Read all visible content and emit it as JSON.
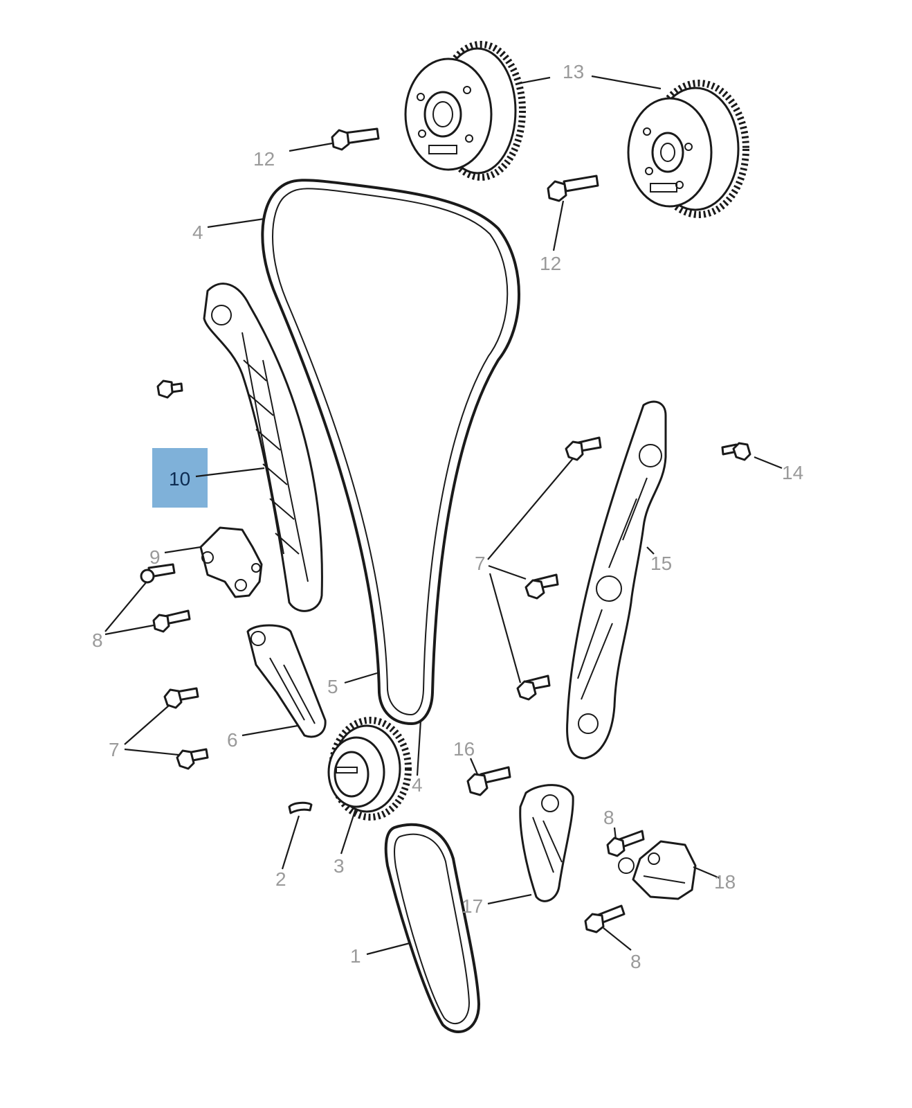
{
  "callouts": {
    "c1": "1",
    "c2": "2",
    "c3": "3",
    "c4a": "4",
    "c4b": "4",
    "c5": "5",
    "c6": "6",
    "c7a": "7",
    "c7b": "7",
    "c8a": "8",
    "c8b": "8",
    "c8c": "8",
    "c9": "9",
    "c10": "10",
    "c12a": "12",
    "c12b": "12",
    "c13": "13",
    "c14": "14",
    "c15": "15",
    "c16": "16",
    "c17": "17",
    "c18": "18"
  },
  "highlighted_callout": "10",
  "colors": {
    "highlight": "#7fb1d9",
    "label": "#9a9a9a",
    "label_highlight": "#0d2c52",
    "line": "#1a1a1a"
  }
}
